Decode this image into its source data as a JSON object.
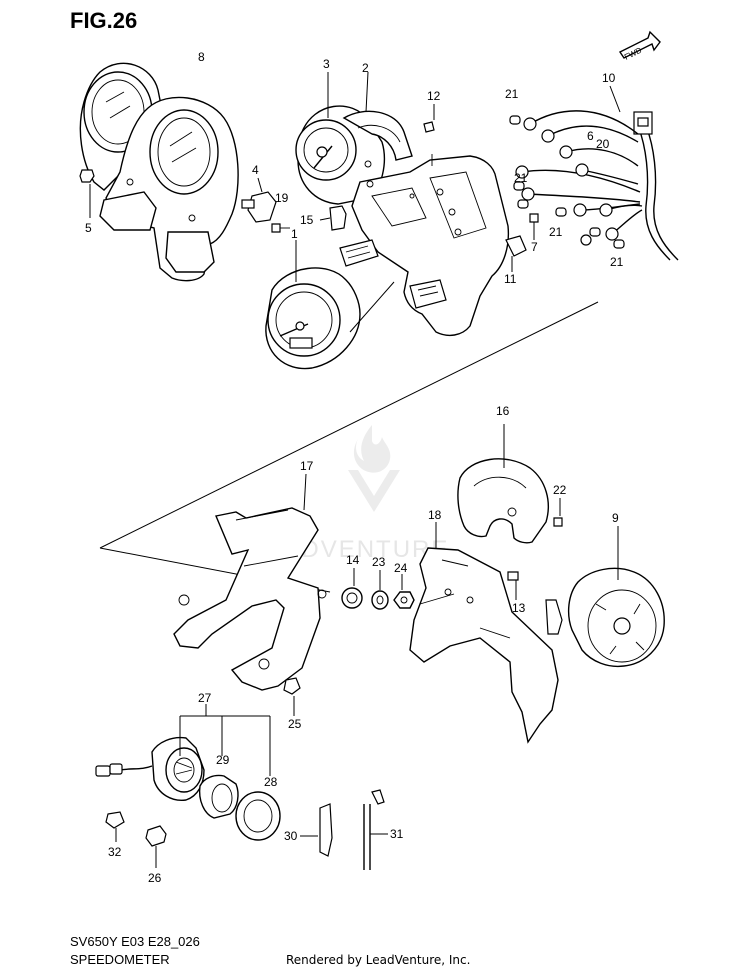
{
  "figure_label": "FIG.26",
  "model_code": "SV650Y E03 E28_026",
  "section_title": "SPEEDOMETER",
  "render_credit": "Rendered by LeadVenture, Inc.",
  "watermark": "LEADVENTURE",
  "direction_tag": "FWD",
  "callouts": [
    "8",
    "3",
    "2",
    "12",
    "21",
    "10",
    "6",
    "20",
    "4",
    "19",
    "5",
    "15",
    "21",
    "7",
    "21",
    "21",
    "11",
    "1",
    "16",
    "17",
    "22",
    "18",
    "9",
    "14",
    "23",
    "24",
    "13",
    "25",
    "27",
    "29",
    "28",
    "30",
    "31",
    "32",
    "26"
  ]
}
